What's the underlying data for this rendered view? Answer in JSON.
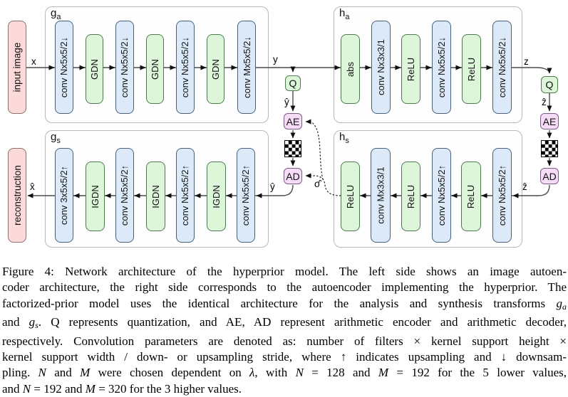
{
  "figure": {
    "io": [
      {
        "label": "input image"
      },
      {
        "label": "reconstruction"
      }
    ],
    "panels": [
      {
        "id": "ga",
        "label_main": "g",
        "label_sub": "a",
        "blocks": [
          {
            "label": "conv Nx5x5/2↓",
            "type": "conv"
          },
          {
            "label": "GDN",
            "type": "act"
          },
          {
            "label": "conv Nx5x5/2↓",
            "type": "conv"
          },
          {
            "label": "GDN",
            "type": "act"
          },
          {
            "label": "conv Nx5x5/2↓",
            "type": "conv"
          },
          {
            "label": "GDN",
            "type": "act"
          },
          {
            "label": "conv Mx5x5/2↓",
            "type": "conv"
          }
        ]
      },
      {
        "id": "ha",
        "label_main": "h",
        "label_sub": "a",
        "blocks": [
          {
            "label": "abs",
            "type": "act"
          },
          {
            "label": "conv Nx3x3/1",
            "type": "conv"
          },
          {
            "label": "ReLU",
            "type": "act"
          },
          {
            "label": "conv Nx5x5/2↓",
            "type": "conv"
          },
          {
            "label": "ReLU",
            "type": "act"
          },
          {
            "label": "conv Nx5x5/2↓",
            "type": "conv"
          }
        ]
      },
      {
        "id": "gs",
        "label_main": "g",
        "label_sub": "s",
        "blocks": [
          {
            "label": "conv 3x5x5/2↑",
            "type": "conv"
          },
          {
            "label": "IGDN",
            "type": "act"
          },
          {
            "label": "conv Nx5x5/2↑",
            "type": "conv"
          },
          {
            "label": "IGDN",
            "type": "act"
          },
          {
            "label": "conv Nx5x5/2↑",
            "type": "conv"
          },
          {
            "label": "IGDN",
            "type": "act"
          },
          {
            "label": "conv Nx5x5/2↑",
            "type": "conv"
          }
        ]
      },
      {
        "id": "hs",
        "label_main": "h",
        "label_sub": "s",
        "blocks": [
          {
            "label": "ReLU",
            "type": "act"
          },
          {
            "label": "conv Mx3x3/1",
            "type": "conv"
          },
          {
            "label": "ReLU",
            "type": "act"
          },
          {
            "label": "conv Nx5x5/2↑",
            "type": "conv"
          },
          {
            "label": "ReLU",
            "type": "act"
          },
          {
            "label": "conv Nx5x5/2↑",
            "type": "conv"
          }
        ]
      }
    ],
    "chains": {
      "mid": {
        "q": "Q",
        "ae": "AE",
        "ad": "AD"
      },
      "right": {
        "q": "Q",
        "ae": "AE",
        "ad": "AD"
      }
    },
    "edge_labels": [
      {
        "id": "x",
        "text": "x"
      },
      {
        "id": "y",
        "text": "y"
      },
      {
        "id": "yhat_top",
        "text": "ŷ"
      },
      {
        "id": "z",
        "text": "z"
      },
      {
        "id": "zhat_top",
        "text": "ẑ"
      },
      {
        "id": "xhat",
        "text": "x̂"
      },
      {
        "id": "yhat_bot",
        "text": "ŷ"
      },
      {
        "id": "sigma",
        "text": "σ̂"
      },
      {
        "id": "zhat_bot",
        "text": "ẑ"
      }
    ]
  },
  "caption": {
    "lines": [
      [
        {
          "t": "Figure 4: Network architecture of the hyperprior model. The left side shows an image autoen-"
        }
      ],
      [
        {
          "t": "coder architecture, the right side corresponds to the autoencoder implementing the hyperprior. The"
        }
      ],
      [
        {
          "t": "factorized-prior model uses the identical architecture for the analysis and synthesis transforms "
        },
        {
          "t": "g",
          "s": "i"
        },
        {
          "t": "a",
          "s": "sub"
        }
      ],
      [
        {
          "t": "and "
        },
        {
          "t": "g",
          "s": "i"
        },
        {
          "t": "s",
          "s": "sub"
        },
        {
          "t": ". Q represents quantization, and AE, AD represent arithmetic encoder and arithmetic decoder,"
        }
      ],
      [
        {
          "t": "respectively. Convolution parameters are denoted as: number of filters × kernel support height ×"
        }
      ],
      [
        {
          "t": "kernel support width / down- or upsampling stride, where ↑ indicates upsampling and ↓ downsam-"
        }
      ],
      [
        {
          "t": "pling. "
        },
        {
          "t": "N",
          "s": "i"
        },
        {
          "t": " and "
        },
        {
          "t": "M",
          "s": "i"
        },
        {
          "t": " were chosen dependent on "
        },
        {
          "t": "λ",
          "s": "i"
        },
        {
          "t": ", with "
        },
        {
          "t": "N",
          "s": "i"
        },
        {
          "t": " = 128 and "
        },
        {
          "t": "M",
          "s": "i"
        },
        {
          "t": " = 192 for the 5 lower values,"
        }
      ],
      [
        {
          "t": "and "
        },
        {
          "t": "N",
          "s": "i"
        },
        {
          "t": " = 192 and "
        },
        {
          "t": "M",
          "s": "i"
        },
        {
          "t": " = 320 for the 3 higher values."
        }
      ]
    ]
  },
  "colors": {
    "conv_fill": "#dbe9f8",
    "conv_border": "#47617d",
    "act_fill": "#ddf5d9",
    "act_border": "#4f7a4f",
    "io_fill": "#fcdada",
    "io_border": "#8f6f6f",
    "coder_fill": "#f7dcf7",
    "coder_border": "#7d5a8c",
    "panel_border": "#b8b8b8",
    "wire": "#4a4a4a"
  }
}
